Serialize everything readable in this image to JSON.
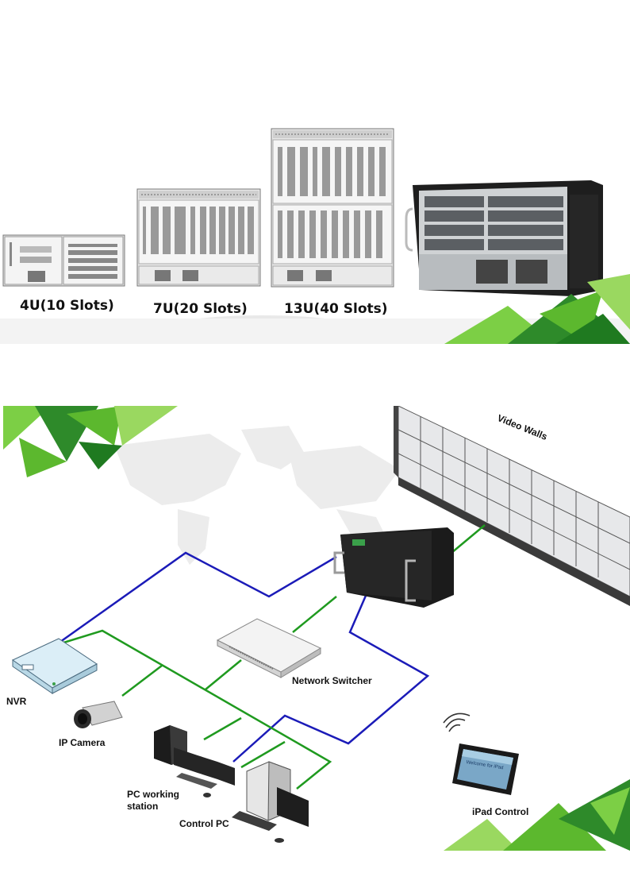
{
  "top": {
    "chassis": [
      {
        "label": "4U(10 Slots)"
      },
      {
        "label": "7U(20 Slots)"
      },
      {
        "label": "13U(40 Slots)"
      }
    ]
  },
  "diagram": {
    "labels": {
      "video_walls": "Video Walls",
      "network_switcher": "Network Switcher",
      "nvr": "NVR",
      "ip_camera": "IP Camera",
      "pc_working_station_line1": "PC working",
      "pc_working_station_line2": "station",
      "control_pc": "Control PC",
      "ipad_control": "iPad Control",
      "ipad_screen_text": "Welcome for iPad"
    },
    "colors": {
      "hdmi_link": "#1b1bb8",
      "network_link": "#1f9a1f",
      "accent_green": "#5cb82e",
      "dark_green": "#2e8a2a"
    }
  }
}
